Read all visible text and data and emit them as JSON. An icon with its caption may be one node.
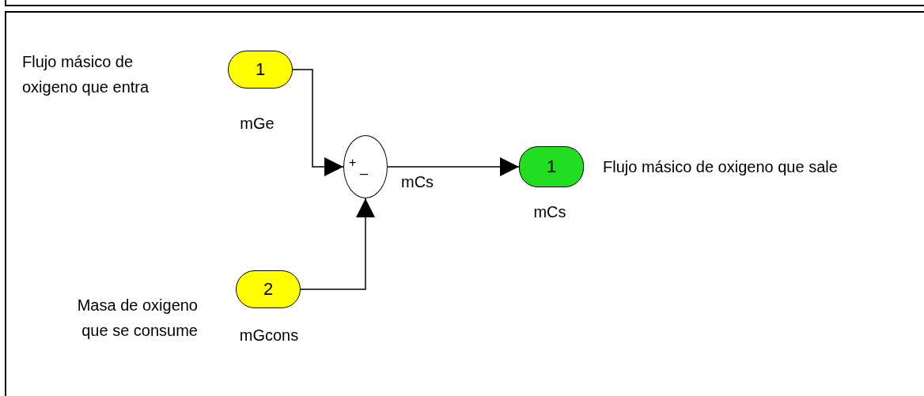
{
  "diagram": {
    "nodes": [
      {
        "text": [
          "1"
        ],
        "beside": [
          "mGe"
        ]
      },
      {
        "text": [
          "2"
        ],
        "beside": [
          "mGcons"
        ]
      },
      {
        "text": [
          "+",
          "–"
        ]
      },
      {
        "text": [
          "1"
        ],
        "beside": [
          "mCs"
        ]
      }
    ],
    "edges": [
      {
        "from": 0,
        "to": 2,
        "arrow": "to"
      },
      {
        "from": 1,
        "to": 2,
        "arrow": "to"
      },
      {
        "from": 2,
        "to": 3,
        "arrow": "to",
        "label": "mCs"
      }
    ],
    "labels": [
      "Flujo másico de oxigeno que entra",
      "Masa de oxigeno que se consume",
      "Flujo másico de oxigeno que sale"
    ]
  }
}
